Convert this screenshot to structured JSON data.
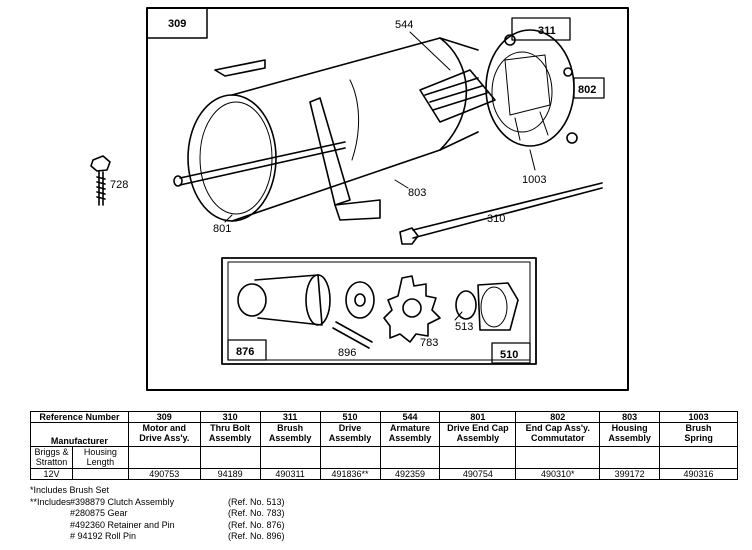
{
  "diagram": {
    "callouts": {
      "c309": "309",
      "c544": "544",
      "c311": "311",
      "c802": "802",
      "c728": "728",
      "c1003": "1003",
      "c803": "803",
      "c801": "801",
      "c310": "310",
      "c876": "876",
      "c896": "896",
      "c783": "783",
      "c513": "513",
      "c510": "510"
    }
  },
  "table": {
    "ref_label": "Reference Number",
    "manufacturer_label": "Manufacturer",
    "briggs_label": "Briggs &\nStratton",
    "housing_label": "Housing\nLength",
    "refs": [
      "309",
      "310",
      "311",
      "510",
      "544",
      "801",
      "802",
      "803",
      "1003"
    ],
    "descriptions": [
      "Motor and\nDrive Ass'y.",
      "Thru Bolt\nAssembly",
      "Brush\nAssembly",
      "Drive\nAssembly",
      "Armature\nAssembly",
      "Drive End Cap\nAssembly",
      "End Cap Ass'y.\nCommutator",
      "Housing\nAssembly",
      "Brush\nSpring"
    ],
    "voltage": "12V",
    "parts": [
      "490753",
      "94189",
      "490311",
      "491836**",
      "492359",
      "490754",
      "490310*",
      "399172",
      "490316"
    ]
  },
  "notes": {
    "n1": "*Includes Brush Set",
    "n2_prefix": "**Includes",
    "items": [
      {
        "part": "#398879 Clutch Assembly",
        "ref": "(Ref. No. 513)"
      },
      {
        "part": "#280875 Gear",
        "ref": "(Ref. No. 783)"
      },
      {
        "part": "#492360 Retainer and Pin",
        "ref": "(Ref. No. 876)"
      },
      {
        "part": "# 94192 Roll Pin",
        "ref": "(Ref. No. 896)"
      }
    ]
  }
}
